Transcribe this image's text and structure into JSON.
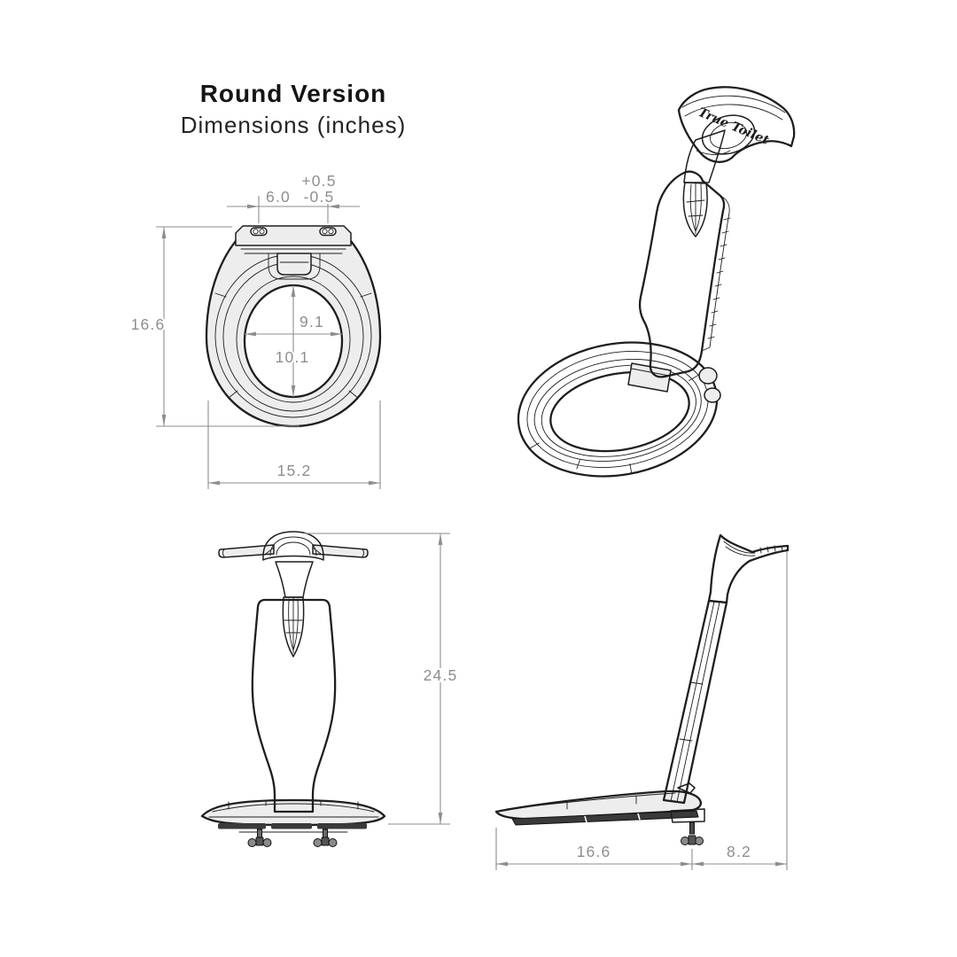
{
  "header": {
    "title": "Round Version",
    "subtitle": "Dimensions (inches)"
  },
  "brand": {
    "logo_text": "True Toilet"
  },
  "dimensions": {
    "top_view": {
      "hinge_bolt_spacing": "6.0",
      "tolerance_plus": "+0.5",
      "tolerance_minus": "-0.5",
      "overall_length": "16.6",
      "opening_width": "9.1",
      "opening_length": "10.1",
      "overall_width": "15.2"
    },
    "front_view": {
      "overall_height": "24.5"
    },
    "side_view": {
      "seat_length": "16.6",
      "handle_overhang": "8.2"
    }
  },
  "colors": {
    "outline": "#1e1e1e",
    "dim": "#8e8e8e",
    "light": "#ededed",
    "mid": "#c6c6c6",
    "dark": "#a8a8a8"
  }
}
